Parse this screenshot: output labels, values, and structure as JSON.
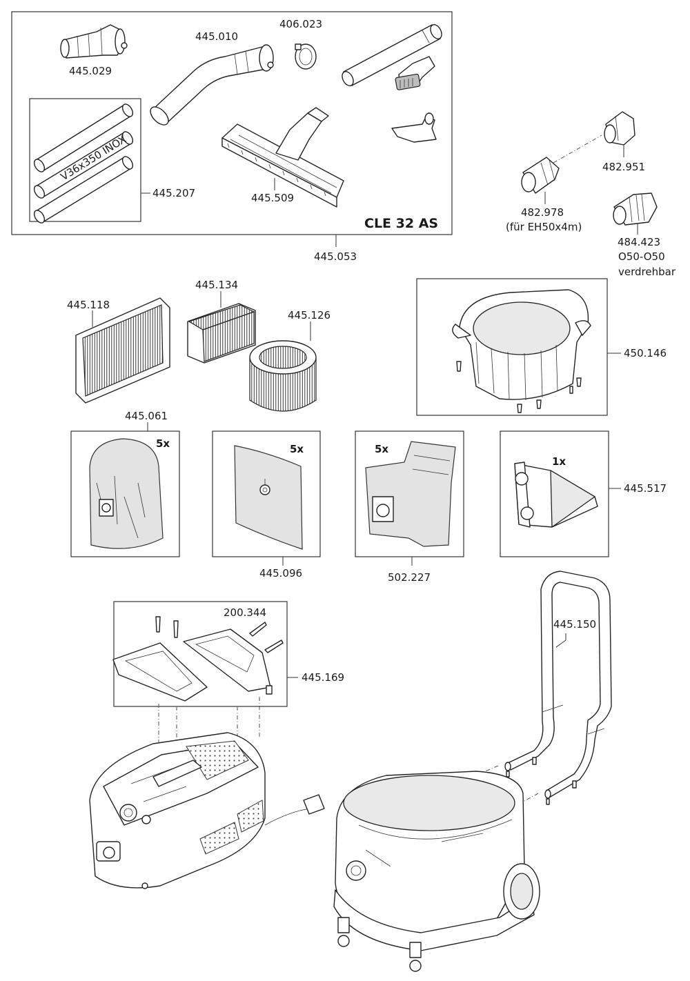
{
  "groups": {
    "accessory_kit": {
      "number": "445.053",
      "model": "CLE 32 AS"
    },
    "tube_set": {
      "number": "445.207",
      "tube_text": "V36x350 INOX"
    }
  },
  "parts": [
    {
      "number": "445.029"
    },
    {
      "number": "445.010"
    },
    {
      "number": "406.023"
    },
    {
      "number": "445.509"
    },
    {
      "number": "482.951"
    },
    {
      "number": "482.978",
      "note": "(für EH50x4m)"
    },
    {
      "number": "484.423",
      "note": "O50-O50",
      "note2": "verdrehbar"
    },
    {
      "number": "445.118"
    },
    {
      "number": "445.134"
    },
    {
      "number": "445.126"
    },
    {
      "number": "450.146"
    },
    {
      "number": "445.061",
      "qty": "5x"
    },
    {
      "number": "445.096",
      "qty": "5x"
    },
    {
      "number": "502.227",
      "qty": "5x"
    },
    {
      "number": "445.517",
      "qty": "1x"
    },
    {
      "number": "200.344"
    },
    {
      "number": "445.169"
    },
    {
      "number": "445.150"
    }
  ]
}
